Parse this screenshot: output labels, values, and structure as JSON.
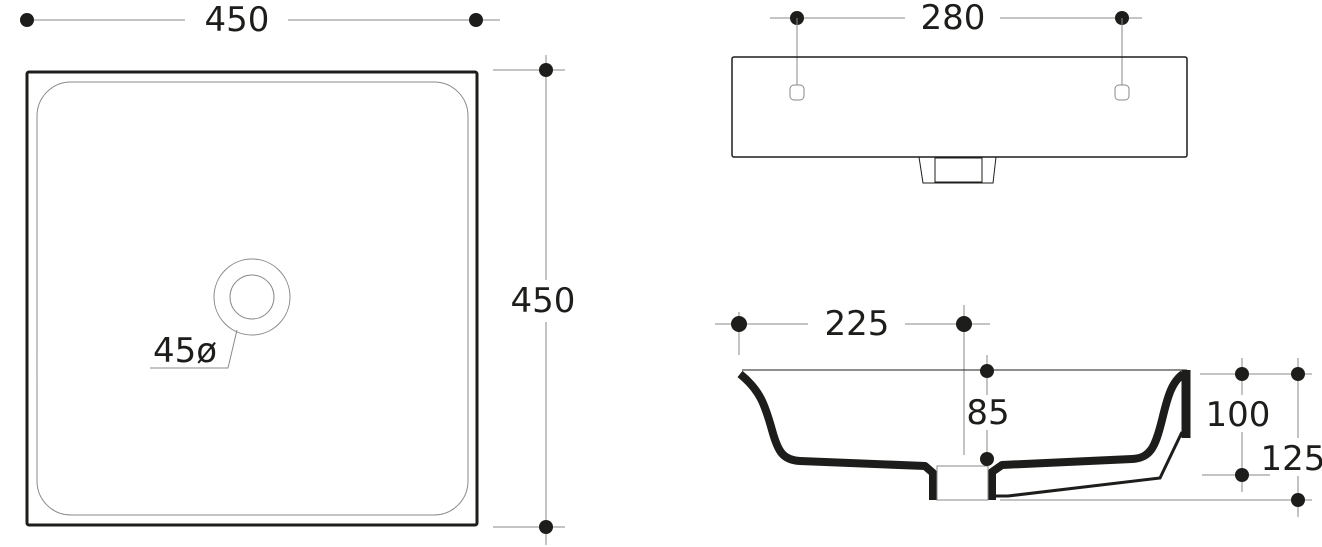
{
  "top_view": {
    "width_label": "450",
    "depth_label": "450",
    "drain_label": "45ø"
  },
  "front_view": {
    "hole_spacing_label": "280"
  },
  "section_view": {
    "half_width_label": "225",
    "inner_depth_label": "85",
    "bowl_height_label": "100",
    "total_height_label": "125"
  },
  "colors": {
    "line": "#1d1d1b",
    "guide": "#8a8a8a"
  }
}
